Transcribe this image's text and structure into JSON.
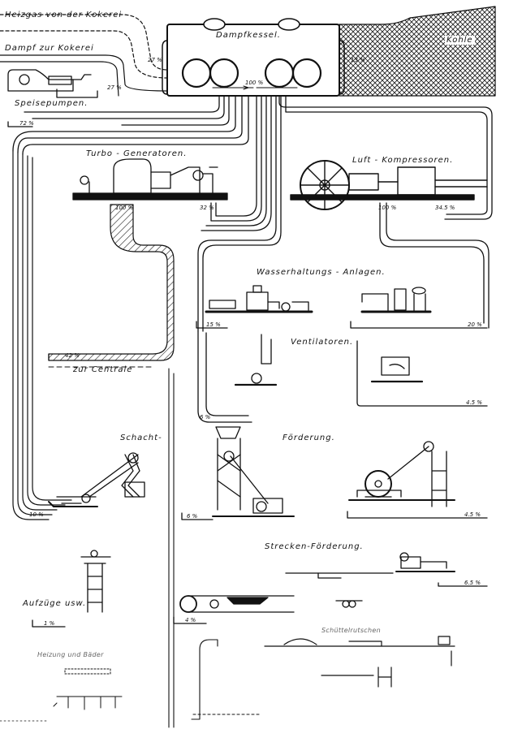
{
  "sections": {
    "heizgas": "Heizgas von der Kokerei",
    "dampf_kokerei": "Dampf zur Kokerei",
    "dampfkessel": "Dampfkessel.",
    "kohle": "Kohle",
    "speisepumpen": "Speisepumpen.",
    "turbo_generatoren": "Turbo - Generatoren.",
    "luft_kompressoren": "Luft - Kompressoren.",
    "wasserhaltungs": "Wasserhaltungs - Anlagen.",
    "ventilatoren": "Ventilatoren.",
    "zur_centrale": "zur Centrale",
    "schacht": "Schacht-",
    "forderung": "Förderung.",
    "strecken_forderung": "Strecken-Förderung.",
    "aufzugeusw": "Aufzüge usw.",
    "schuttelrutschen": "Schüttelrutschen",
    "heizung_bader": "Heizung und Bäder"
  },
  "percentages": {
    "p_27_1": "27 %",
    "p_27_2": "27 %",
    "p_13": "13 %",
    "p_100_boiler": "100 %",
    "p_72": "72 %",
    "p_100_gen": "100 %",
    "p_32": "32 %",
    "p_100_comp": "100 %",
    "p_345": "34.5 %",
    "p_42": "42 %",
    "p_15": "15 %",
    "p_20": "20 %",
    "p_6": "6 %",
    "p_45": "4.5 %",
    "p_10": "10 %",
    "p_6_forder": "6 %",
    "p_45b": "4.5 %",
    "p_65": "6.5 %",
    "p_4": "4 %",
    "p_1": "1 %"
  }
}
